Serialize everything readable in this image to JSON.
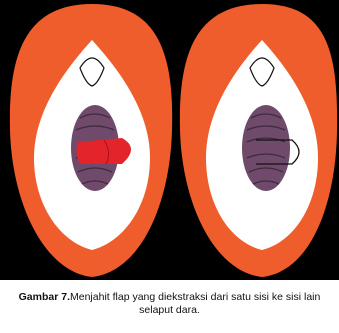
{
  "colors": {
    "background": "#000000",
    "outer_tissue": "#ef5d2c",
    "inner_area": "#ffffff",
    "clitoral_hood": "#ffffff",
    "hymen_mass": "#6f4a6b",
    "hymen_folds": "#3e2a3e",
    "flap": "#e3242b"
  },
  "panels": [
    {
      "name": "left",
      "state": "flap extracted (red)"
    },
    {
      "name": "right",
      "state": "flap sutured (outline)"
    }
  ],
  "caption": {
    "lead": "Gambar 7.",
    "text": "Menjahit flap yang diekstraksi dari satu sisi ke sisi lain selaput dara."
  }
}
